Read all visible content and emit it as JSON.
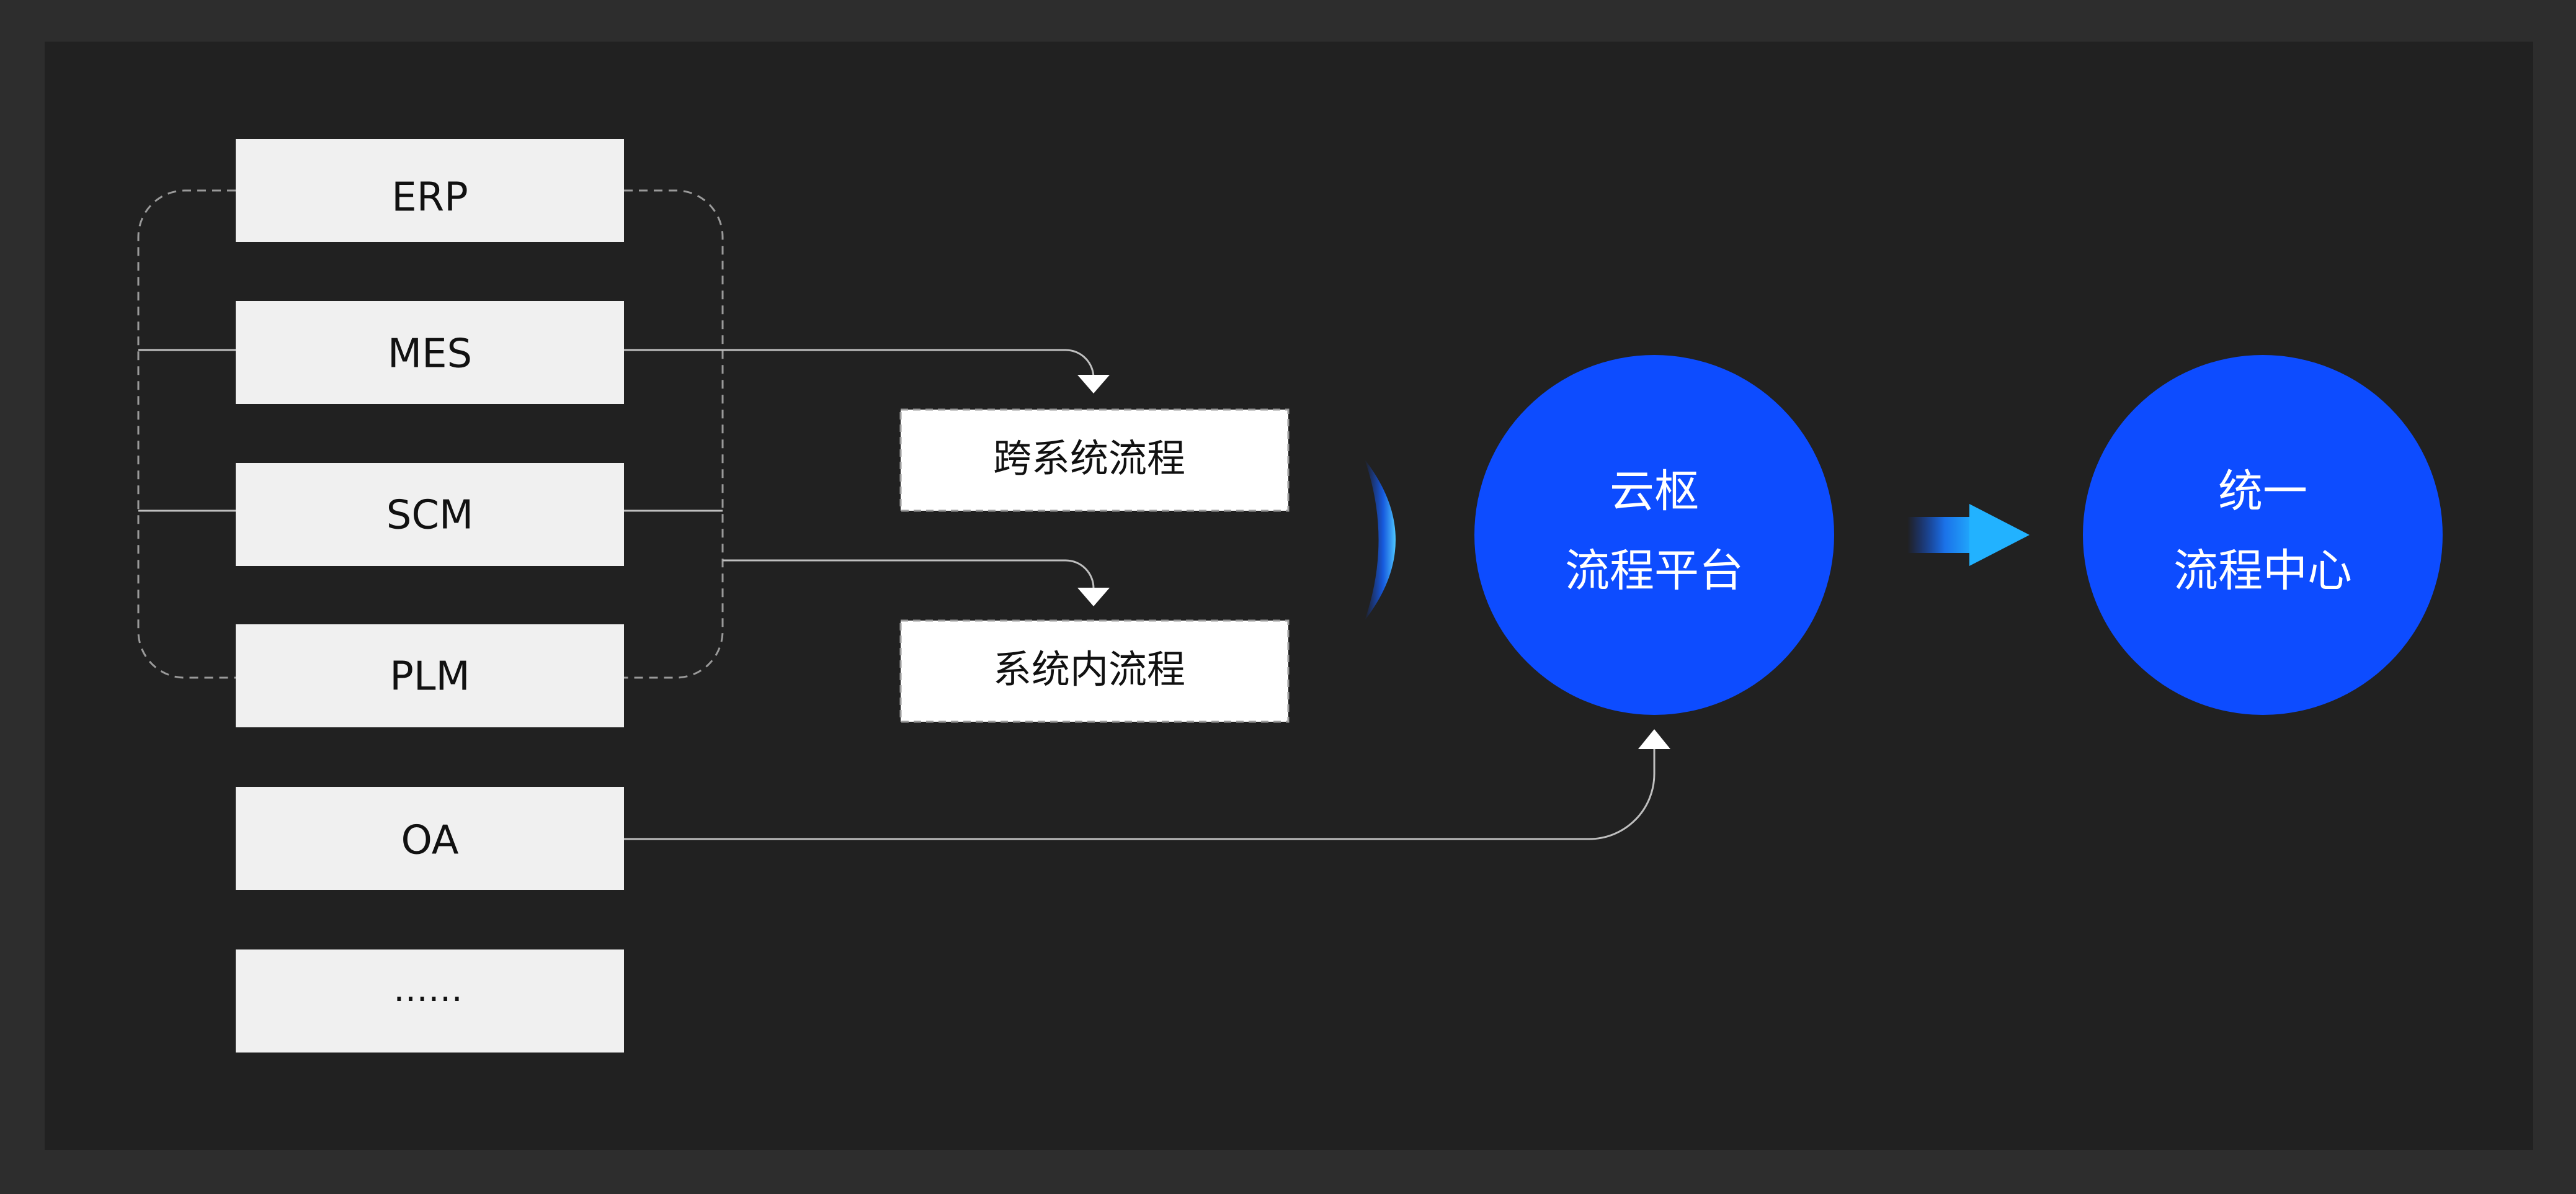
{
  "colors": {
    "outer_frame": "#2d2d2d",
    "canvas": "#212121",
    "box_fill": "#f0f0f0",
    "box_text": "#111111",
    "connector": "#bfbfbf",
    "circle_fill": "#0d4cff",
    "circle_text": "#ffffff",
    "arrow_gradient_start": "#0d4cff",
    "arrow_gradient_end": "#22b2ff"
  },
  "systems": [
    {
      "label": "ERP"
    },
    {
      "label": "MES"
    },
    {
      "label": "SCM"
    },
    {
      "label": "PLM"
    },
    {
      "label": "OA"
    },
    {
      "label": "……"
    }
  ],
  "process_types": {
    "cross_system": "跨系统流程",
    "intra_system": "系统内流程"
  },
  "platform": {
    "line1": "云枢",
    "line2": "流程平台"
  },
  "center": {
    "line1": "统一",
    "line2": "流程中心"
  },
  "icons": {
    "flow_arrow": "arrow-right-icon",
    "lens": "lens-icon"
  }
}
